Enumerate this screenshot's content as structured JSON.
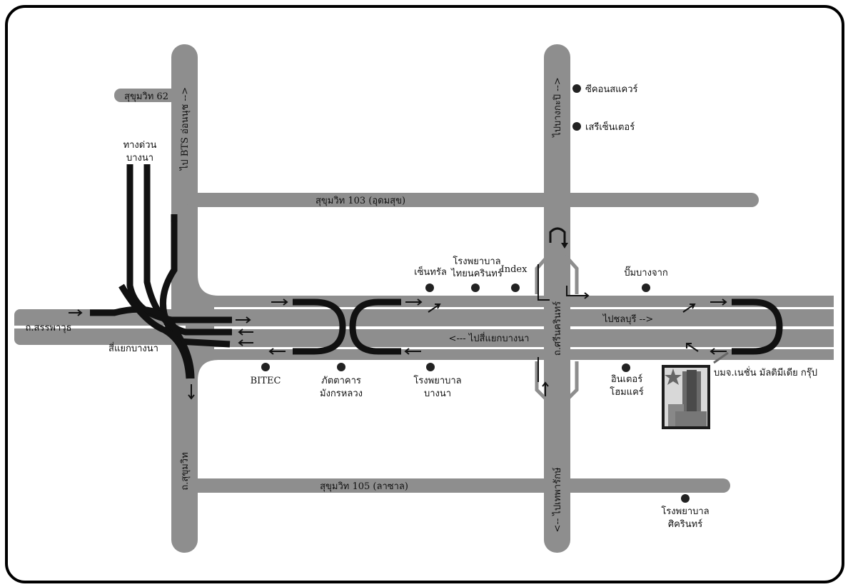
{
  "roads": {
    "soi62": "สุขุมวิท 62",
    "to_bts_onnut": "ไป BTS อ่อนนุช -->",
    "expressway": [
      "ทางด่วน",
      "บางนา"
    ],
    "soi103": "สุขุมวิท 103 (อุดมสุข)",
    "sanphawut": "ถ.สรรพาวุธ",
    "bangna_junction": "สี่แยกบางนา",
    "to_bangna_junction": "<--- ไปสี่แยกบางนา",
    "to_chonburi": "ไปชลบุรี -->",
    "srinakarin": "ถ.ศรีนครินทร์",
    "to_bangkapi": "ไปบางกะปิ -->",
    "sukhumvit": "ถ.สุขุมวิท",
    "soi105": "สุขุมวิท 105 (ลาซาล)",
    "to_theparak": "<-- ไปเทพารักษ์"
  },
  "places": {
    "bitec": "BITEC",
    "restaurant": [
      "ภัตตาคาร",
      "มังกรหลวง"
    ],
    "bangna_hospital": [
      "โรงพยาบาล",
      "บางนา"
    ],
    "central": "เซ็นทรัล",
    "thainakarin_hospital": [
      "โรงพยาบาล",
      "ไทยนครินทร์"
    ],
    "index": "Index",
    "bangchak": "ปั๊มบางจาก",
    "interhomecare": [
      "อินเตอร์",
      "โฮมแคร์"
    ],
    "nation": "บมจ.เนชั่น มัลติมีเดีย กรุ๊ป",
    "seacon": "ซีคอนสแควร์",
    "seri_center": "เสรีเซ็นเตอร์",
    "sikarin_hospital": [
      "โรงพยาบาล",
      "ศิครินทร์"
    ]
  },
  "colors": {
    "road": "#8e8e8e",
    "marker": "#222222",
    "frame": "#000000"
  }
}
